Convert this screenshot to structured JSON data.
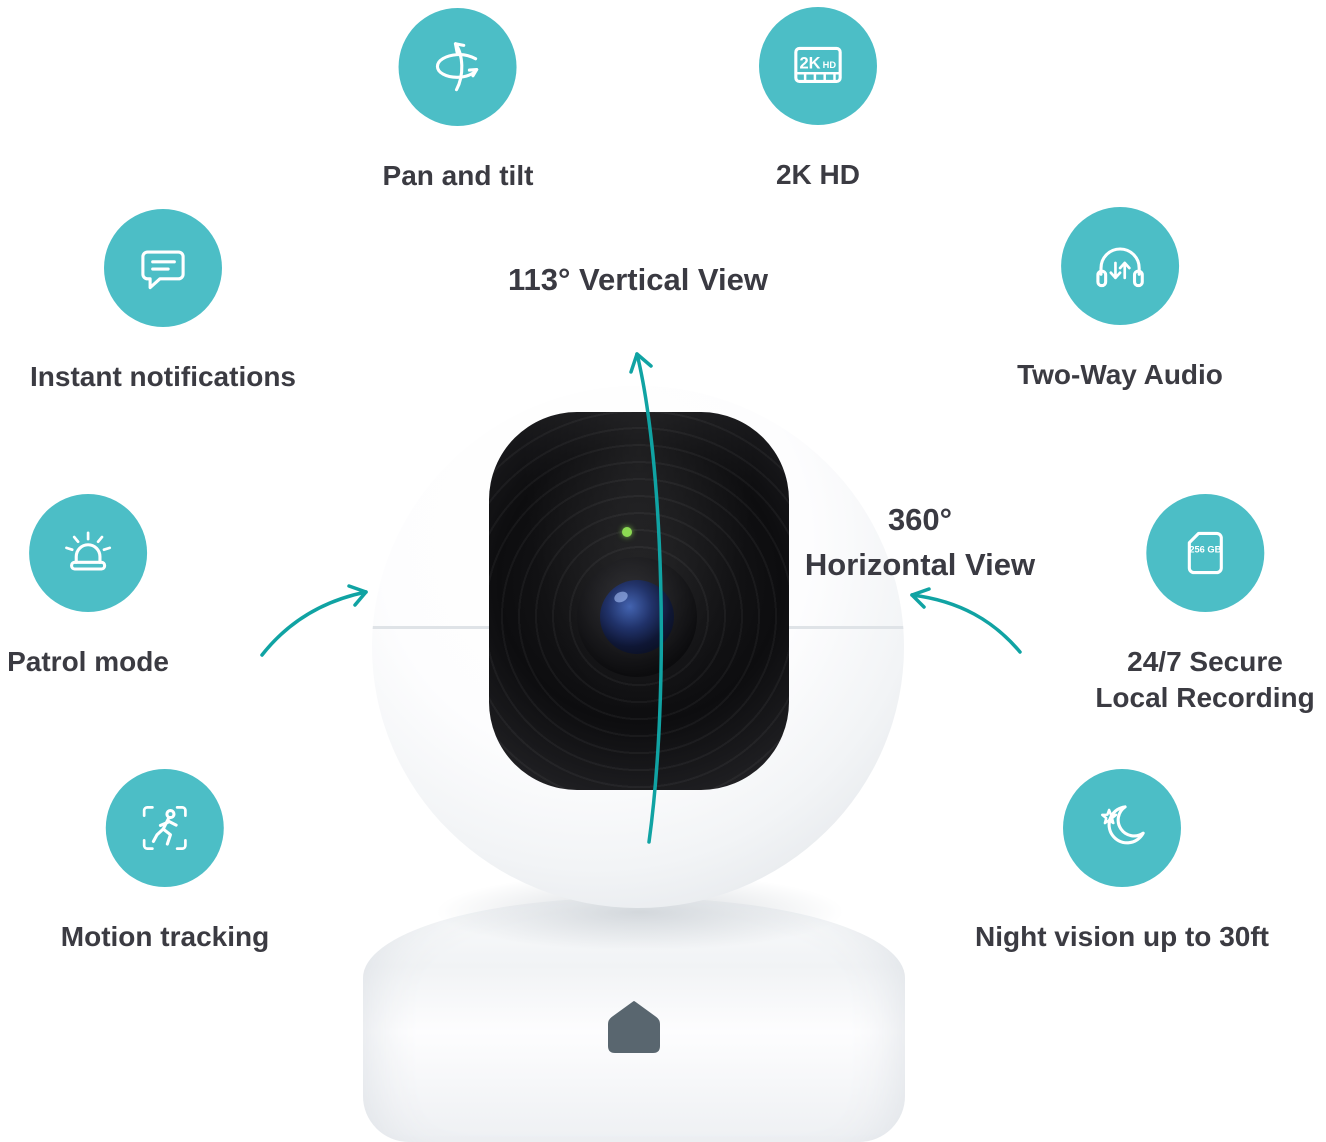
{
  "colors": {
    "badge_teal": "#4cbec6",
    "arrow_teal": "#10a3a3",
    "label_dark": "#3b3b42",
    "led_green": "#86d84a"
  },
  "features": {
    "pan_tilt": {
      "label": "Pan and tilt",
      "icon": "pan-tilt-icon"
    },
    "hd2k": {
      "label": "2K HD",
      "icon": "2k-hd-badge-icon",
      "icon_text_main": "2K",
      "icon_text_sub": "HD"
    },
    "instant_notifications": {
      "label": "Instant notifications",
      "icon": "chat-bubble-icon"
    },
    "two_way_audio": {
      "label": "Two-Way Audio",
      "icon": "headphones-arrows-icon"
    },
    "patrol_mode": {
      "label": "Patrol mode",
      "icon": "siren-icon"
    },
    "local_recording": {
      "label_line1": "24/7 Secure",
      "label_line2": "Local Recording",
      "icon": "sd-card-icon",
      "icon_text": "256 GB"
    },
    "motion_tracking": {
      "label": "Motion tracking",
      "icon": "motion-frame-runner-icon"
    },
    "night_vision": {
      "label": "Night vision up to 30ft",
      "icon": "moon-star-icon"
    }
  },
  "annotations": {
    "vertical_view": "113° Vertical View",
    "horizontal_view_degrees": "360°",
    "horizontal_view_label": "Horizontal View"
  }
}
